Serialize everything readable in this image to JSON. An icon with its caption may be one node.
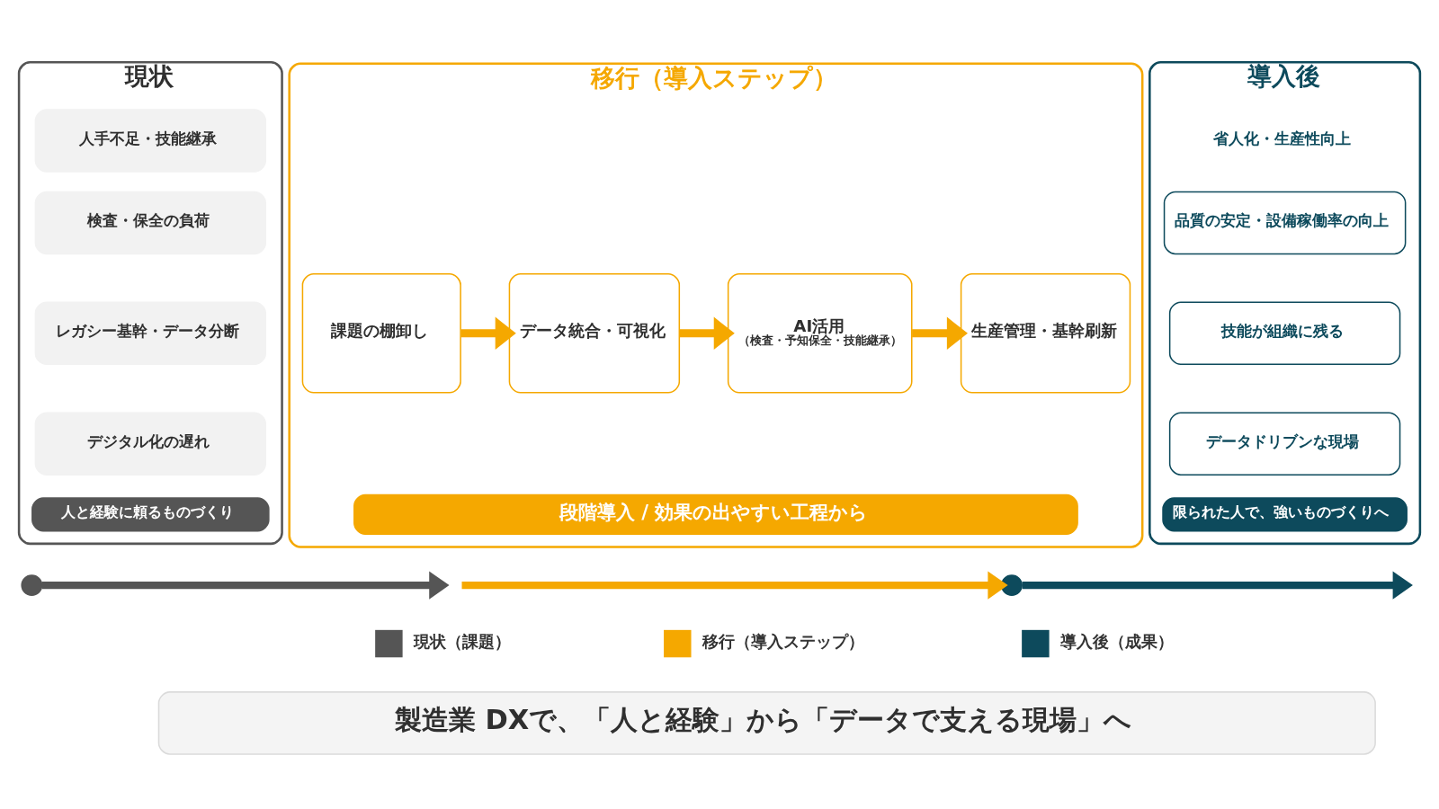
{
  "diagram": {
    "nodes": [
      {
        "text": [
          "現状"
        ]
      },
      {
        "text": [
          "人手不足・技能継承"
        ],
        "in": 0
      },
      {
        "text": [
          "検査・保全の負荷"
        ],
        "in": 0
      },
      {
        "text": [
          "レガシー基幹・データ分断"
        ],
        "in": 0
      },
      {
        "text": [
          "デジタル化の遅れ"
        ],
        "in": 0
      },
      {
        "text": [
          "人と経験に頼るものづくり"
        ],
        "in": 0
      },
      {
        "text": [
          "移行（導入ステップ）"
        ]
      },
      {
        "text": [
          "課題の棚卸し"
        ],
        "in": 6
      },
      {
        "text": [
          "データ統合・可視化"
        ],
        "in": 6
      },
      {
        "text": [
          "AI活用",
          "（検査・予知保全・技能継承）"
        ],
        "in": 6
      },
      {
        "text": [
          "生産管理・基幹刷新"
        ],
        "in": 6
      },
      {
        "text": [
          "段階導入 / 効果の出やすい工程から"
        ],
        "in": 6
      },
      {
        "text": [
          "導入後"
        ]
      },
      {
        "text": [
          "省人化・生産性向上"
        ],
        "in": 12
      },
      {
        "text": [
          "品質の安定・設備稼働率の向上"
        ],
        "in": 12
      },
      {
        "text": [
          "技能が組織に残る"
        ],
        "in": 12
      },
      {
        "text": [
          "データドリブンな現場"
        ],
        "in": 12
      },
      {
        "text": [
          "限られた人で、強いものづくりへ"
        ],
        "in": 12
      },
      {
        "text": [],
        "shape": "circle"
      },
      {
        "text": [],
        "shape": "circle"
      },
      {
        "text": [
          "製造業 DXで、「人と経験」から「データで支える現場」へ"
        ]
      }
    ],
    "edges": [
      {
        "from": 7,
        "to": 8,
        "arrow": "to"
      },
      {
        "from": 8,
        "to": 9,
        "arrow": "to"
      },
      {
        "from": 9,
        "to": 10,
        "arrow": "to"
      },
      {
        "from": 18,
        "to": null,
        "arrow": "to",
        "color": "#555555"
      },
      {
        "from": null,
        "to": 19,
        "arrow": "to"
      },
      {
        "from": 19,
        "to": null,
        "arrow": "to",
        "color": "#0d4a5c"
      }
    ],
    "legend": [
      {
        "text": "現状（課題）",
        "color": "#555555"
      },
      {
        "text": "移行（導入ステップ）",
        "color": "#f5a800"
      },
      {
        "text": "導入後（成果）",
        "color": "#0d4a5c"
      }
    ]
  }
}
